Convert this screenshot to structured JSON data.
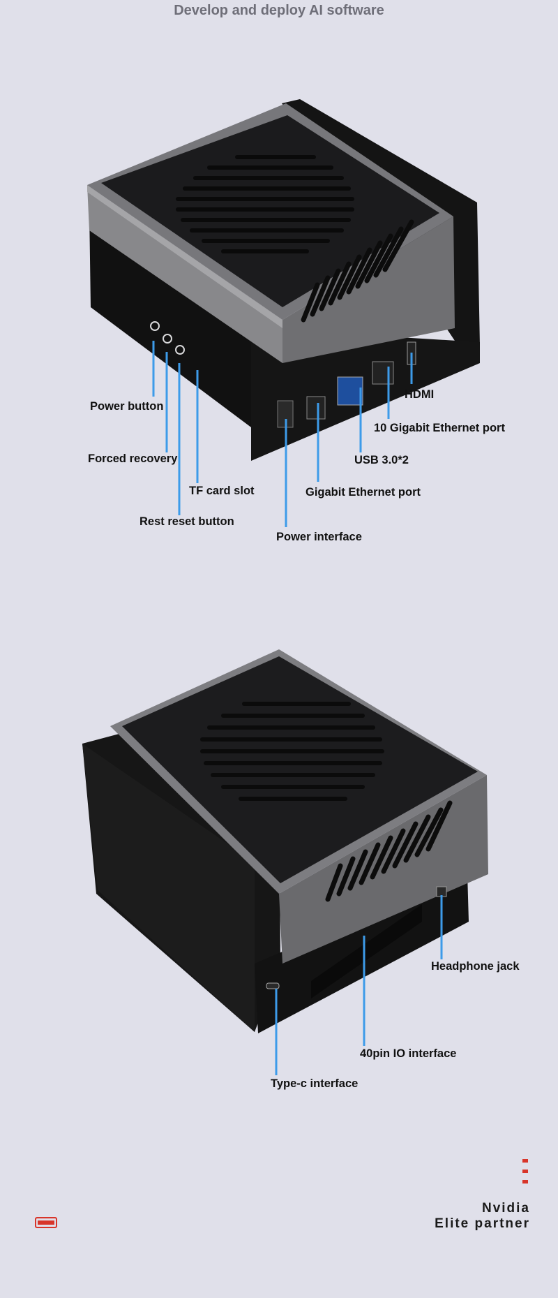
{
  "title": "Develop and deploy AI software",
  "scene1": {
    "labels": {
      "power_button": "Power button",
      "forced_recovery": "Forced recovery",
      "tf_card_slot": "TF card slot",
      "rest_reset_button": "Rest reset button",
      "power_interface": "Power interface",
      "gigabit_ethernet": "Gigabit Ethernet port",
      "usb": "USB 3.0*2",
      "ten_gigabit_ethernet": "10 Gigabit Ethernet port",
      "hdmi": "HDMI"
    }
  },
  "scene2": {
    "labels": {
      "headphone_jack": "Headphone jack",
      "io_interface": "40pin IO interface",
      "typec_interface": "Type-c interface"
    }
  },
  "footer": {
    "brand_line1": "Nvidia",
    "brand_line2": "Elite partner"
  },
  "colors": {
    "background": "#e0e0ea",
    "callout_line": "#3d9be9",
    "brand_red": "#d8352a"
  }
}
